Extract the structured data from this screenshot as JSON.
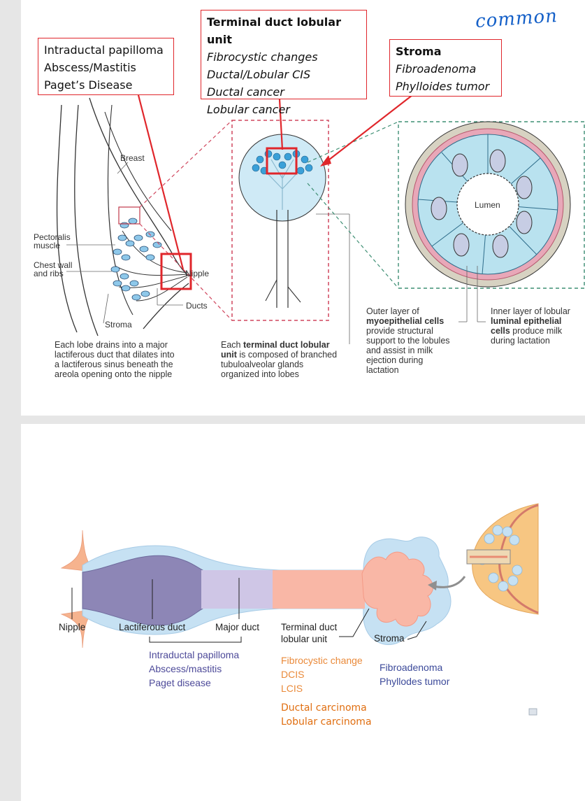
{
  "top": {
    "callout_left": {
      "lines": [
        "Intraductal papilloma",
        "Abscess/Mastitis",
        "Paget’s Disease"
      ]
    },
    "callout_center": {
      "heading": "Terminal duct lobular unit",
      "lines": [
        "Fibrocystic changes",
        "Ductal/Lobular CIS",
        "Ductal cancer",
        "Lobular cancer"
      ]
    },
    "callout_right": {
      "heading": "Stroma",
      "lines": [
        "Fibroadenoma",
        "Phylloides tumor"
      ]
    },
    "handwriting": "common",
    "labels": {
      "breast": "Breast",
      "pectoralis_1": "Pectoralis",
      "pectoralis_2": "muscle",
      "chest_1": "Chest wall",
      "chest_2": "and ribs",
      "nipple": "Nipple",
      "ducts": "Ducts",
      "stroma": "Stroma",
      "lumen": "Lumen"
    },
    "captions": {
      "lobe": [
        "Each lobe drains into a major",
        "lactiferous duct that dilates into",
        "a lactiferous sinus beneath the",
        "areola opening onto the nipple"
      ],
      "tdlu_bold_lead": "Each ",
      "tdlu_bold": "terminal duct lobular",
      "tdlu_bold2": "unit",
      "tdlu_rest1": " is composed of branched",
      "tdlu_rest": [
        "tubuloalveolar glands",
        "organized into lobes"
      ],
      "outer_1": "Outer layer of",
      "outer_bold": "myoepithelial cells",
      "outer_rest": [
        "provide structural",
        "support to the lobules",
        "and assist in milk",
        "ejection during",
        "lactation"
      ],
      "inner_1": "Inner layer of lobular",
      "inner_bold": "luminal epithelial",
      "inner_bold2": "cells",
      "inner_rest1": " produce milk",
      "inner_rest": [
        "during lactation"
      ]
    }
  },
  "bottom": {
    "labels": {
      "nipple": "Nipple",
      "lactiferous": "Lactiferous duct",
      "major": "Major duct",
      "tdlu_1": "Terminal duct",
      "tdlu_2": "lobular unit",
      "stroma": "Stroma"
    },
    "purple_list": [
      "Intraductal papilloma",
      "Abscess/mastitis",
      "Paget disease"
    ],
    "orange_list": [
      "Fibrocystic change",
      "DCIS",
      "LCIS"
    ],
    "orange_list2": [
      "Ductal carcinoma",
      "Lobular carcinoma"
    ],
    "blue_list": [
      "Fibroadenoma",
      "Phyllodes tumor"
    ]
  },
  "colors": {
    "callout_red": "#e0262b",
    "purple_text": "#4d4a99",
    "orange_text": "#ea8a3a",
    "orange_text2": "#e06e10",
    "blue_text": "#3c4a9a",
    "handwriting_blue": "#1560c8"
  }
}
